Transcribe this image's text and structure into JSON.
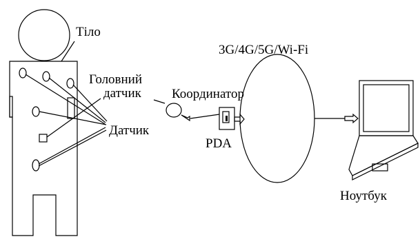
{
  "labels": {
    "body": "Тіло",
    "main_sensor_line1": "Головний",
    "main_sensor_line2": "датчик",
    "coordinator": "Координатор",
    "sensor": "Датчик",
    "pda": "PDA",
    "network": "3G/4G/5G/Wi-Fi",
    "laptop": "Ноутбук"
  }
}
